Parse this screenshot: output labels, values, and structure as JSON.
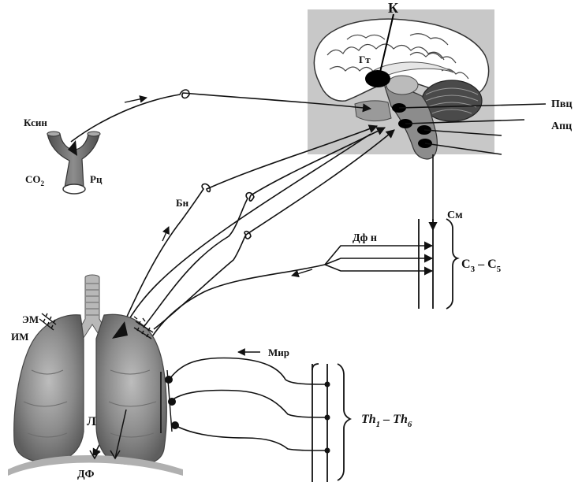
{
  "labels": {
    "k": "К",
    "gt": "Гт",
    "pvc": "Пвц",
    "apc": "Апц",
    "ksin": "Ксин",
    "co2_main": "CO",
    "co2_sub": "2",
    "rc": "Рц",
    "bn": "Бн",
    "sm": "См",
    "dfn": "Дф н",
    "c35_c": "C",
    "c35_3": "3",
    "c35_dash": " – C",
    "c35_5": "5",
    "em": "ЭМ",
    "im": "ИМ",
    "mir": "Мир",
    "l": "Л",
    "df": "ДФ",
    "th_a": "Th",
    "th_1": "1",
    "th_dash": " – Th",
    "th_6": "6"
  },
  "colors": {
    "line": "#111111",
    "brain_box": "#c8c8c8",
    "lung": "#8e8e8e",
    "diaphragm": "#b0b0b0",
    "vessel": "#6b6b6b"
  }
}
